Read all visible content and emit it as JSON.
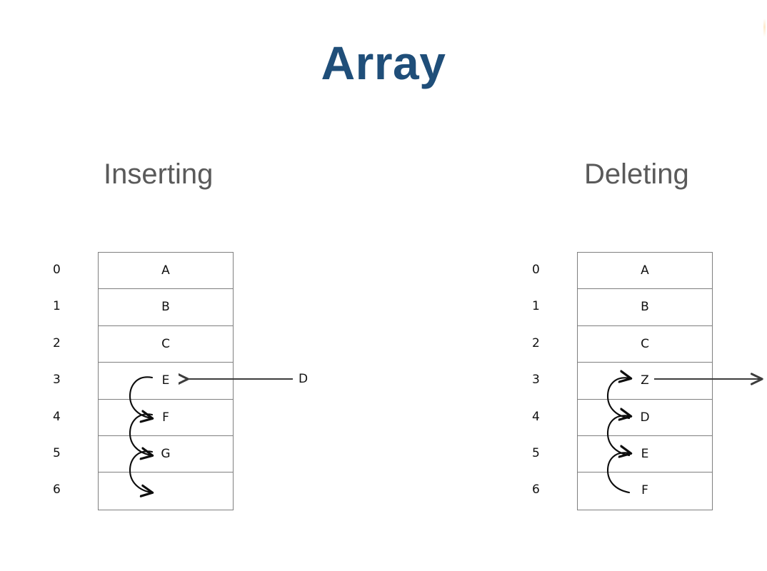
{
  "slide": {
    "title": "Array",
    "title_color": "#1f4e79",
    "background_color": "#ffffff",
    "heading_color": "#5a5a5a",
    "line_color": "#7f7f7f"
  },
  "panels": [
    {
      "id": "inserting",
      "heading": "Inserting",
      "indices": [
        "0",
        "1",
        "2",
        "3",
        "4",
        "5",
        "6"
      ],
      "cells": [
        "A",
        "B",
        "C",
        "E",
        "F",
        "G",
        ""
      ],
      "shift_direction": "down",
      "external_label": "D",
      "external_arrow_direction": "left"
    },
    {
      "id": "deleting",
      "heading": "Deleting",
      "indices": [
        "0",
        "1",
        "2",
        "3",
        "4",
        "5",
        "6"
      ],
      "cells": [
        "A",
        "B",
        "C",
        "Z",
        "D",
        "E",
        "F"
      ],
      "shift_direction": "up",
      "external_label": "",
      "external_arrow_direction": "right"
    }
  ]
}
